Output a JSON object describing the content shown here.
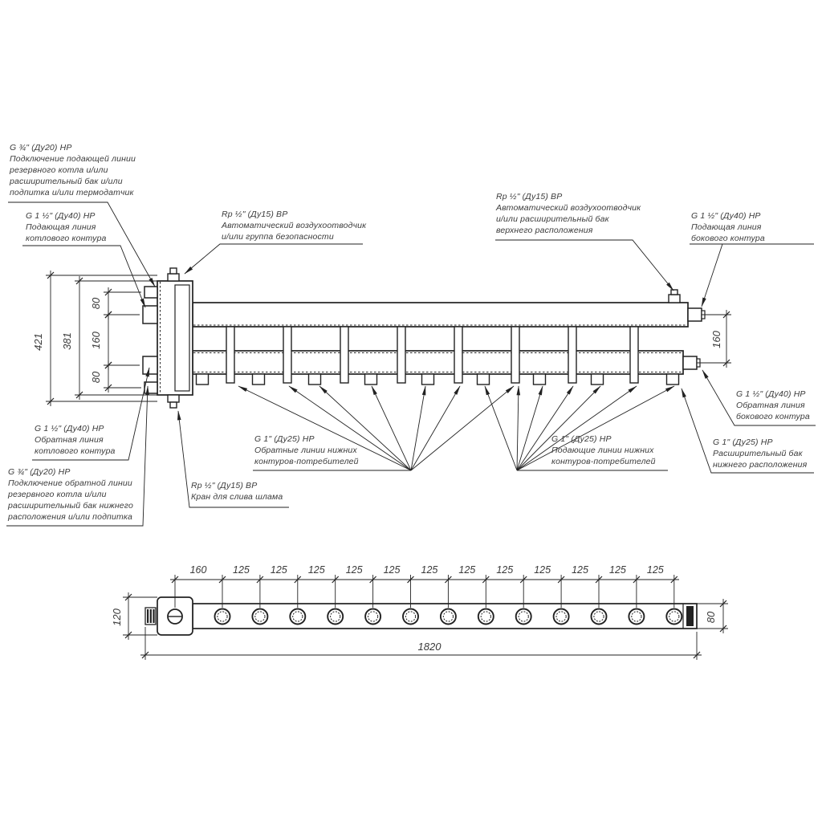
{
  "colors": {
    "line": "#222222",
    "thin": "#3a3a3a",
    "text": "#3a3a3a",
    "background": "#ffffff"
  },
  "annotations": {
    "boiler_supply_aux": {
      "text": "G ¾\" (Ду20) НР\nПодключение подающей линии\nрезервного котла и/или\nрасширительный бак и/или\nподпитка и/или термодатчик"
    },
    "boiler_supply": {
      "text": "G 1 ½\" (Ду40) НР\nПодающая линия\nкотлового контура"
    },
    "safety_group": {
      "text": "Rp ½\" (Ду15) ВР\nАвтоматический воздухоотводчик\nи/или группа безопасности"
    },
    "air_vent_top": {
      "text": "Rp ½\" (Ду15) ВР\nАвтоматический воздухоотводчик\nи/или расширительный бак\nверхнего расположения"
    },
    "side_supply": {
      "text": "G 1 ½\" (Ду40) НР\nПодающая линия\nбокового контура"
    },
    "side_return": {
      "text": "G 1 ½\" (Ду40) НР\nОбратная линия\nбокового контура"
    },
    "expansion_tank_bottom": {
      "text": "G 1\" (Ду25) НР\nРасширительный бак\nнижнего расположения"
    },
    "consumers_return": {
      "text": "G 1\" (Ду25) НР\nОбратные линии нижних\nконтуров-потребителей"
    },
    "consumers_supply": {
      "text": "G 1\" (Ду25) НР\nПодающие линии нижних\nконтуров-потребителей"
    },
    "boiler_return": {
      "text": "G 1 ½\" (Ду40) НР\nОбратная линия\nкотлового контура"
    },
    "boiler_return_aux": {
      "text": "G ¾\" (Ду20) НР\nПодключение обратной линии\nрезервного котла и/или\nрасширительный бак нижнего\nрасположения и/или подпитка"
    },
    "drain": {
      "text": "Rp ½\" (Ду15) ВР\nКран для слива шлама"
    }
  },
  "dimensions": {
    "side_view": {
      "overall_height": "421",
      "body_height": "381",
      "top_offset": "80",
      "middle": "160",
      "bottom_offset": "80",
      "right_gap": "160"
    },
    "bottom_view": {
      "first_spacing": "160",
      "port_spacing": "125",
      "port_spacing_count": 12,
      "height": "120",
      "end_height": "80",
      "overall_length": "1820"
    }
  }
}
